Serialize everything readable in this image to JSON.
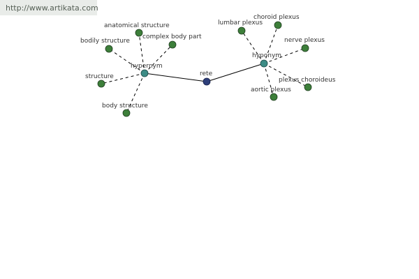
{
  "watermark": {
    "url": "http://www.artikata.com"
  },
  "graph": {
    "center": {
      "label": "rete"
    },
    "hypernym": {
      "label": "hypernym",
      "items": [
        {
          "label": "anatomical structure"
        },
        {
          "label": "bodily structure"
        },
        {
          "label": "complex body part"
        },
        {
          "label": "structure"
        },
        {
          "label": "body structure"
        }
      ]
    },
    "hyponym": {
      "label": "hyponym",
      "items": [
        {
          "label": "lumbar plexus"
        },
        {
          "label": "choroid plexus"
        },
        {
          "label": "nerve plexus"
        },
        {
          "label": "plexus choroideus"
        },
        {
          "label": "aortic plexus"
        }
      ]
    }
  },
  "colors": {
    "leaf_node": "#3d7f3a",
    "hub_node": "#3d8c86",
    "center_node": "#2e3f7a",
    "watermark_bg": "#e9ece9"
  }
}
